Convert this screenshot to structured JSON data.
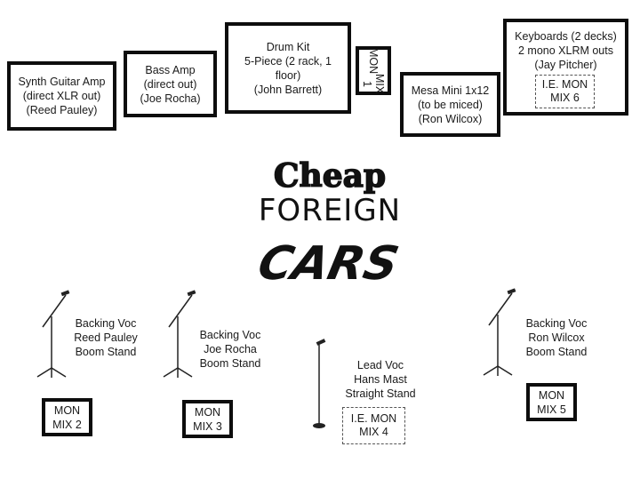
{
  "stage_items": {
    "synth_amp": [
      "Synth Guitar Amp",
      "(direct XLR out)",
      "(Reed Pauley)"
    ],
    "bass_amp": [
      "Bass Amp",
      "(direct out)",
      "(Joe Rocha)"
    ],
    "drum_kit": [
      "Drum Kit",
      "5-Piece (2 rack, 1",
      "floor)",
      "(John Barrett)"
    ],
    "mon_mix_1": [
      "MON",
      "MIX 1"
    ],
    "mesa_amp": [
      "Mesa Mini 1x12",
      "(to be miced)",
      "(Ron Wilcox)"
    ],
    "keyboards": [
      "Keyboards (2 decks)",
      "2 mono XLRM outs",
      "(Jay Pitcher)"
    ],
    "ie_mon_mix_6": [
      "I.E. MON",
      "MIX 6"
    ]
  },
  "logo": {
    "line1": "Cheap",
    "line2": "FOREIGN",
    "line3": "CARS"
  },
  "vocals": {
    "backing_reed": [
      "Backing Voc",
      "Reed Pauley",
      "Boom Stand"
    ],
    "backing_joe": [
      "Backing Voc",
      "Joe Rocha",
      "Boom Stand"
    ],
    "lead_hans": [
      "Lead Voc",
      "Hans Mast",
      "Straight Stand"
    ],
    "backing_ron": [
      "Backing Voc",
      "Ron Wilcox",
      "Boom Stand"
    ]
  },
  "monitors": {
    "mon_mix_2": [
      "MON",
      "MIX 2"
    ],
    "mon_mix_3": [
      "MON",
      "MIX 3"
    ],
    "ie_mon_mix_4": [
      "I.E. MON",
      "MIX 4"
    ],
    "mon_mix_5": [
      "MON",
      "MIX 5"
    ]
  },
  "colors": {
    "border": "#0d0d0d",
    "text": "#1a1a1a",
    "background": "#ffffff"
  }
}
